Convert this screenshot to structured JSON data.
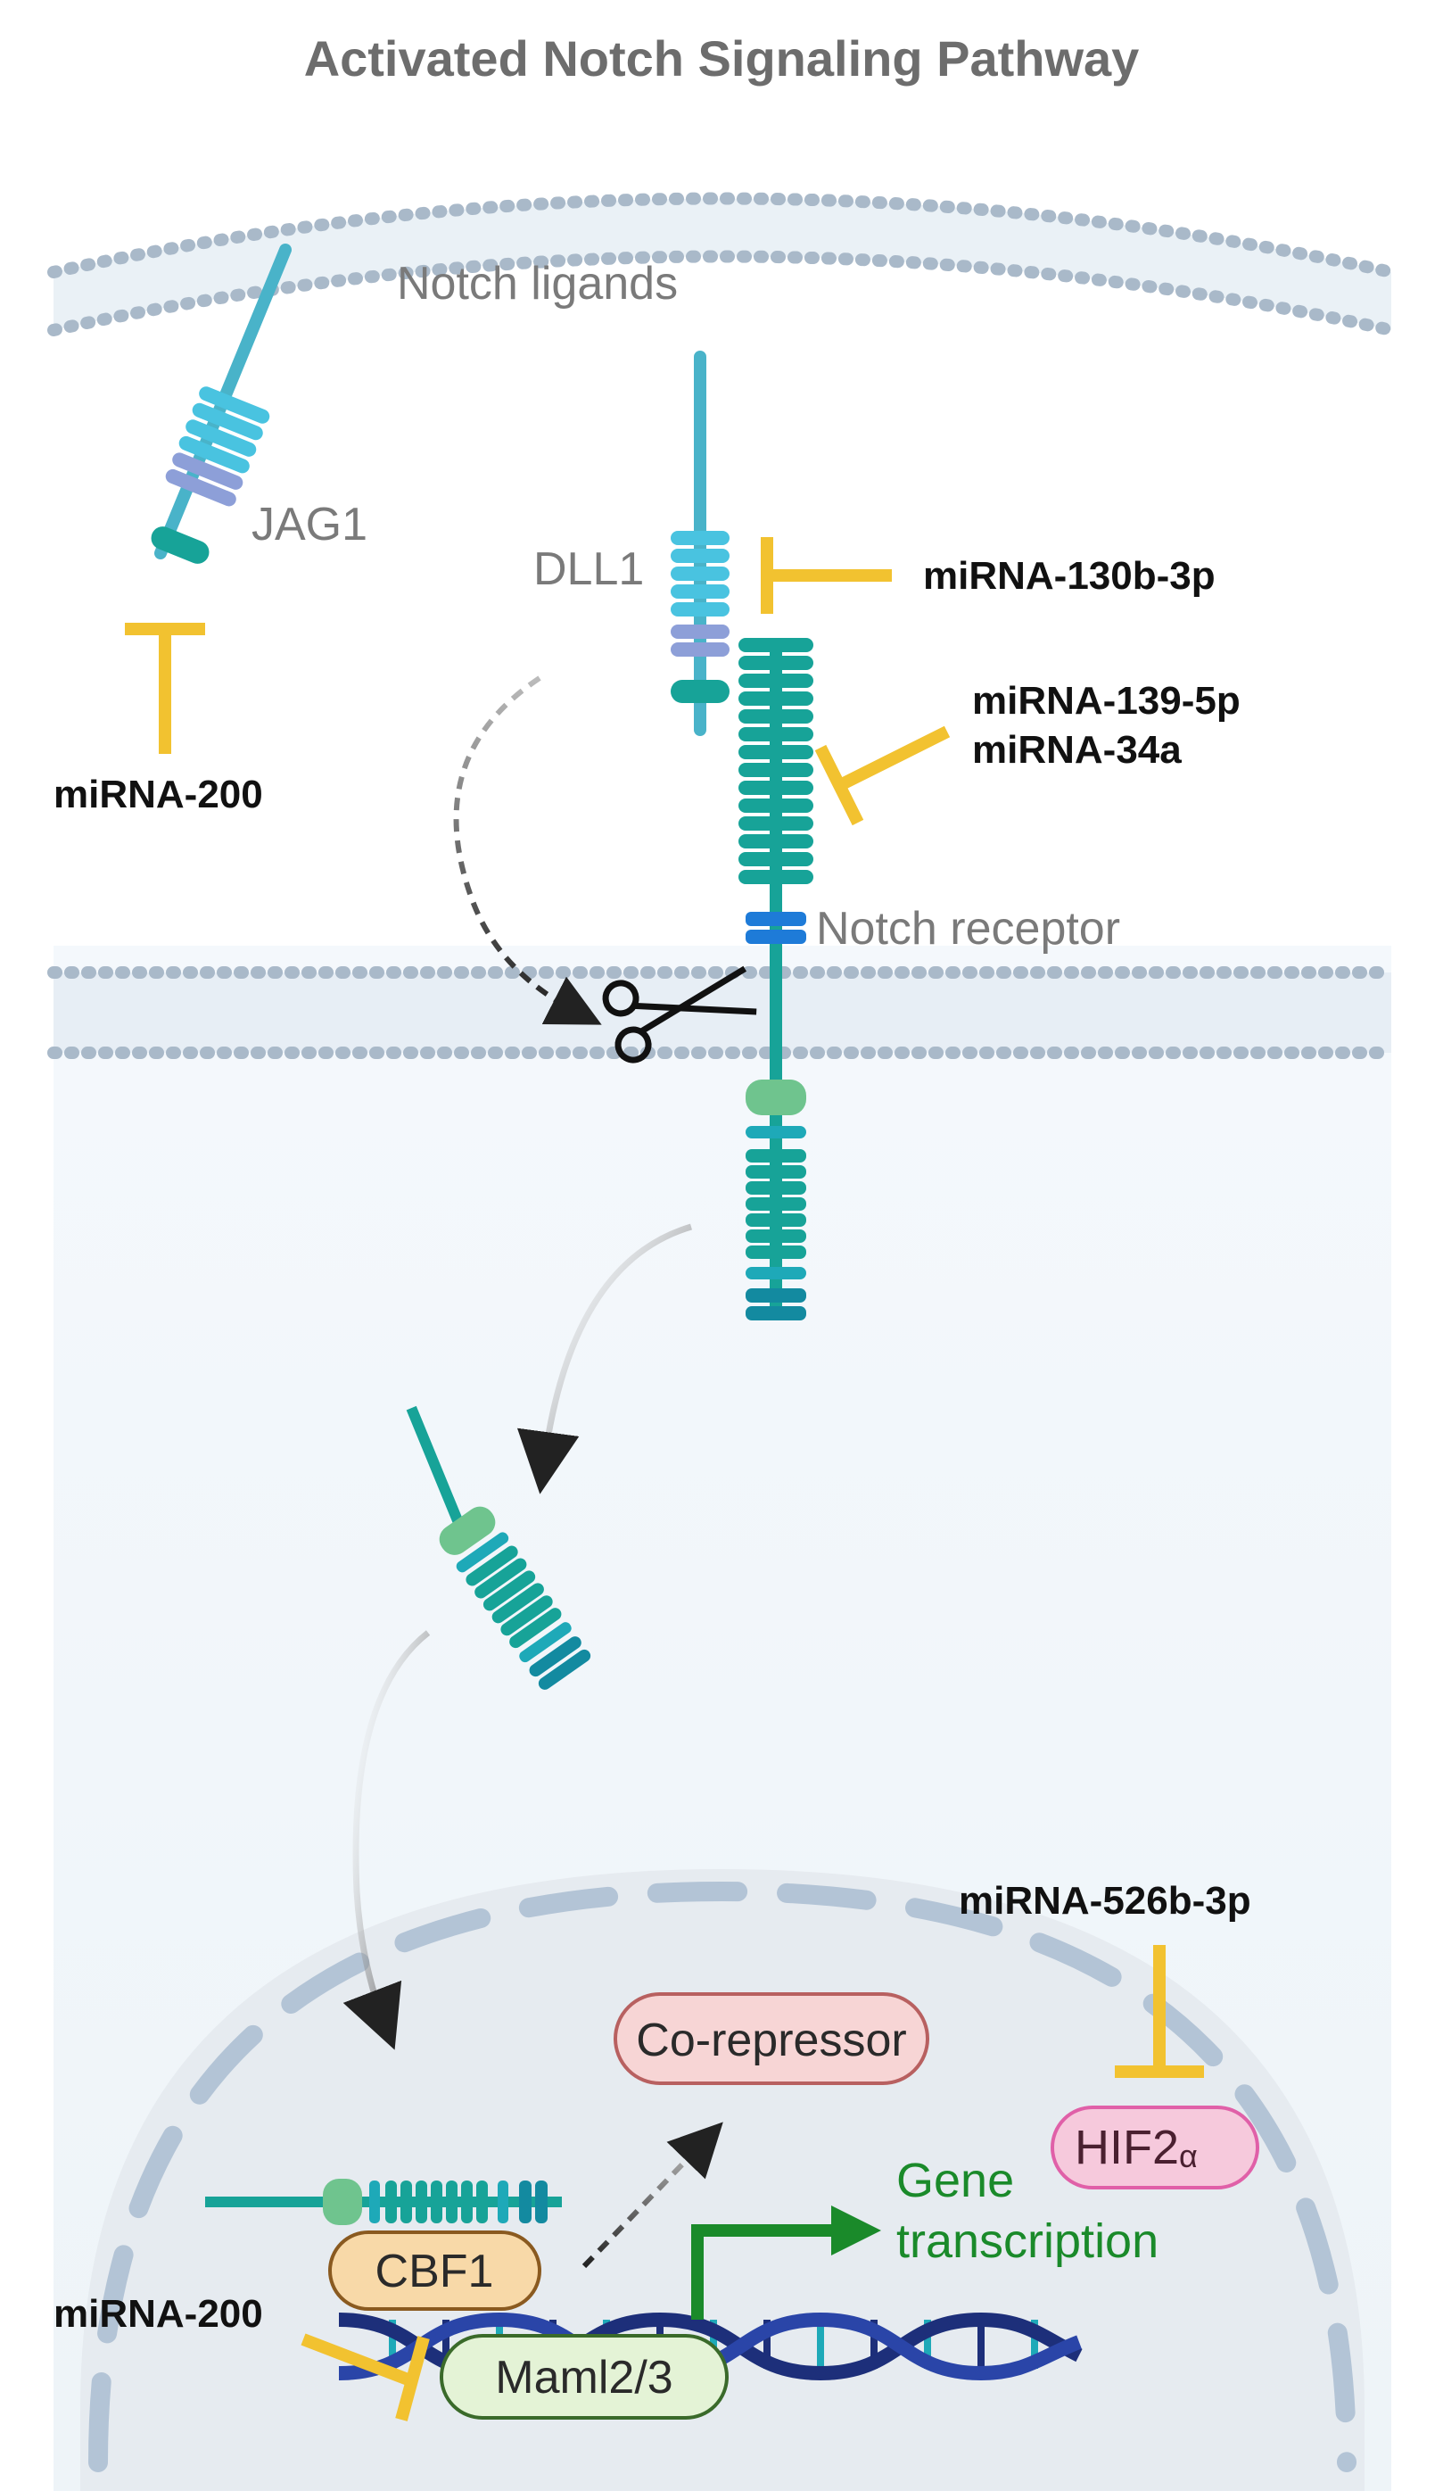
{
  "title": "Activated Notch Signaling Pathway",
  "labels": {
    "notch_ligands": "Notch ligands",
    "jag1": "JAG1",
    "dll1": "DLL1",
    "notch_receptor": "Notch receptor",
    "gene": "Gene",
    "transcription": "transcription"
  },
  "mirnas": {
    "jag1_inhibitor": "miRNA-200",
    "dll1_inhibitor": "miRNA-130b-3p",
    "receptor_inhibitor_1": "miRNA-139-5p",
    "receptor_inhibitor_2": "miRNA-34a",
    "hif_inhibitor": "miRNA-526b-3p",
    "maml_inhibitor": "miRNA-200"
  },
  "boxes": {
    "corepressor": "Co-repressor",
    "cbf1": "CBF1",
    "maml": "Maml2/3",
    "hif_main": "HIF2",
    "hif_sub": "α"
  },
  "colors": {
    "inhibitor": "#f2c230",
    "membrane": "#a9b9c9",
    "notch_teal": "#17a398",
    "ligand_cyan": "#49c3e0",
    "gene_arrow": "#1a8a2a",
    "dna_navy": "#1d2f7a"
  }
}
